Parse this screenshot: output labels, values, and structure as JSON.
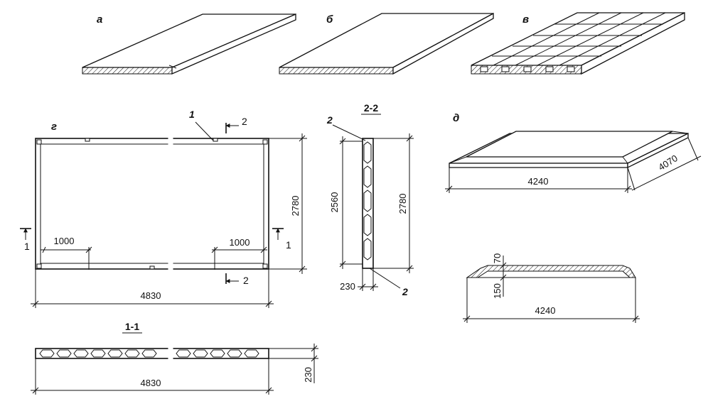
{
  "labels": {
    "a": "а",
    "b": "б",
    "v": "в",
    "g": "г",
    "d": "д",
    "section_1_1": "1-1",
    "section_2_2": "2-2",
    "callout_1": "1",
    "callout_2": "2",
    "cut_1": "1",
    "cut_2": "2"
  },
  "dimensions": {
    "plan_length": "4830",
    "plan_height": "2780",
    "left_bay": "1000",
    "right_bay": "1000",
    "section_length": "4830",
    "section_thickness": "230",
    "side_inner_height": "2560",
    "side_outer_height": "2780",
    "side_thickness": "230",
    "iso_length": "4240",
    "iso_width": "4070",
    "profile_rise": "70",
    "profile_height": "150",
    "profile_length": "4240"
  }
}
